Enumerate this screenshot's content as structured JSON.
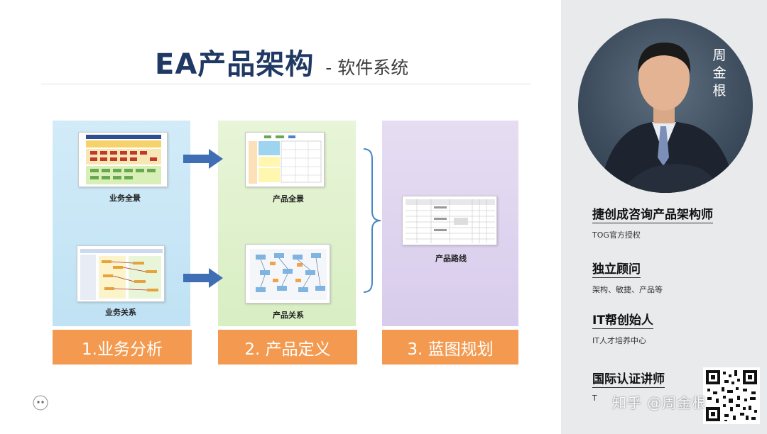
{
  "slide": {
    "title": "EA产品架构",
    "subtitle": "- 软件系统",
    "panels": [
      {
        "phase_label": "1.业务分析",
        "items": [
          {
            "caption": "业务全景"
          },
          {
            "caption": "业务关系"
          }
        ]
      },
      {
        "phase_label": "2. 产品定义",
        "items": [
          {
            "caption": "产品全景"
          },
          {
            "caption": "产品关系"
          }
        ]
      },
      {
        "phase_label": "3. 蓝图规划",
        "items": [
          {
            "caption": "产品路线"
          }
        ]
      }
    ]
  },
  "sidebar": {
    "name": "周金根",
    "roles": [
      {
        "title": "捷创成咨询产品架构师",
        "sub": "TOG官方授权"
      },
      {
        "title": "独立顾问",
        "sub": "架构、敏捷、产品等"
      },
      {
        "title": "IT帮创始人",
        "sub": "IT人才培养中心"
      },
      {
        "title": "国际认证讲师",
        "sub": "T"
      }
    ]
  },
  "watermark": {
    "text": "知乎 @周金根"
  },
  "colors": {
    "title": "#1f3864",
    "phase": "#f39a50",
    "arrow": "#3f6eb5",
    "panel_blue": "#c8e6f6",
    "panel_green": "#dff1cc",
    "panel_purple": "#ddd2ef",
    "sidebar_bg": "#e9eaec"
  }
}
